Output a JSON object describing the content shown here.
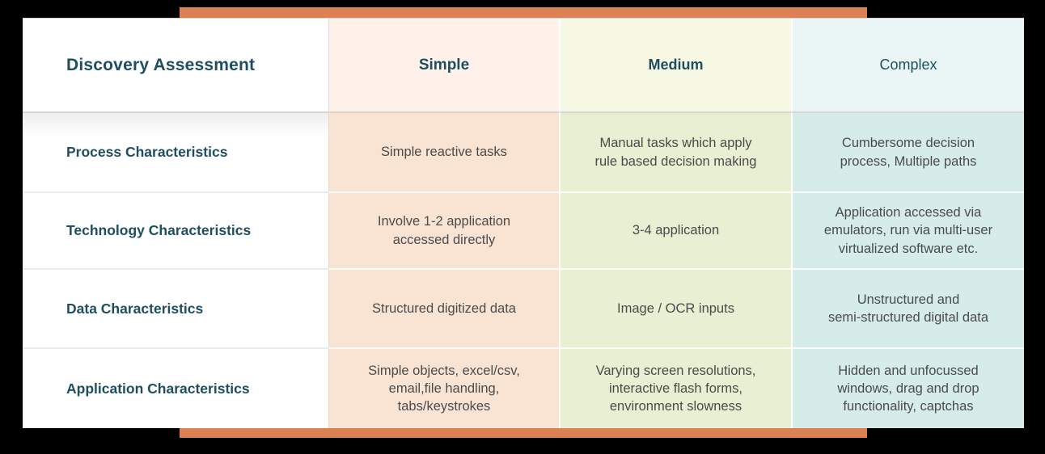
{
  "colors": {
    "accent": "#dc8153",
    "header_text": "#1e4e5f",
    "body_text": "#4b4b4b",
    "simple_header_bg": "#fdf1ea",
    "simple_body_bg": "#f9e4d4",
    "medium_header_bg": "#f6f8e3",
    "medium_body_bg": "#e8efd2",
    "complex_header_bg": "#e9f6f5",
    "complex_body_bg": "#d6ecea"
  },
  "table": {
    "corner_header": "Discovery Assessment",
    "columns": [
      {
        "id": "simple",
        "label": "Simple"
      },
      {
        "id": "medium",
        "label": "Medium"
      },
      {
        "id": "complex",
        "label": "Complex"
      }
    ],
    "rows": [
      {
        "label": "Process Characteristics",
        "simple": "Simple reactive tasks",
        "medium": "Manual tasks which apply\nrule based decision making",
        "complex": "Cumbersome decision\nprocess, Multiple paths"
      },
      {
        "label": "Technology Characteristics",
        "simple": "Involve 1-2 application\naccessed directly",
        "medium": "3-4 application",
        "complex": "Application accessed via\nemulators, run via multi-user\nvirtualized software etc."
      },
      {
        "label": "Data Characteristics",
        "simple": "Structured digitized data",
        "medium": "Image / OCR inputs",
        "complex": "Unstructured and\nsemi-structured digital data"
      },
      {
        "label": "Application Characteristics",
        "simple": "Simple objects, excel/csv,\nemail,file handling,\ntabs/keystrokes",
        "medium": "Varying screen resolutions,\ninteractive flash forms,\nenvironment slowness",
        "complex": "Hidden and unfocussed\nwindows, drag and drop\nfunctionality, captchas"
      }
    ]
  }
}
